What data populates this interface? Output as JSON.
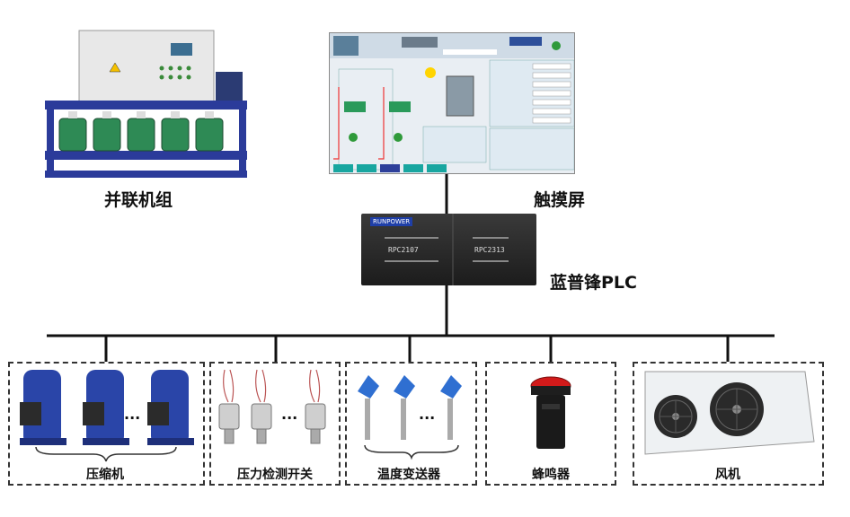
{
  "top": {
    "unit_label": "并联机组",
    "touchscreen_label": "触摸屏",
    "plc_label": "蓝普锋PLC"
  },
  "plc": {
    "brand": "RUNPOWER",
    "module1": "RPC2107",
    "module2": "RPC2313"
  },
  "devices": {
    "compressor": "压缩机",
    "pressure_switch": "压力检测开关",
    "temp_transmitter": "温度变送器",
    "buzzer": "蜂鸣器",
    "fan": "风机"
  },
  "ellipsis": "···"
}
